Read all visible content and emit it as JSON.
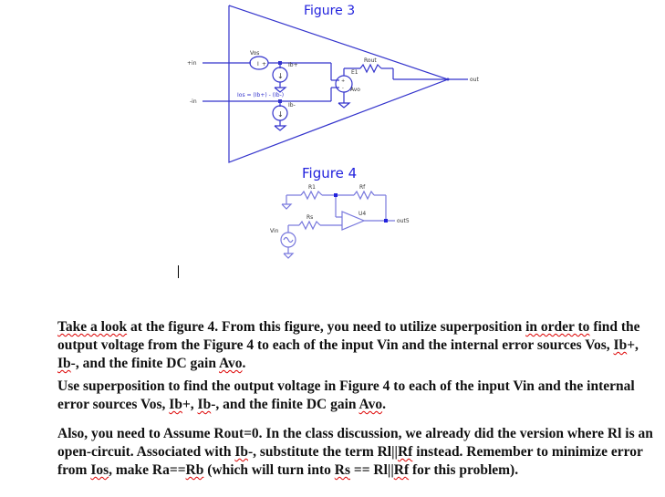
{
  "figure3": {
    "title": "Figure 3",
    "labels": {
      "plus_in": "+in",
      "minus_in": "-in",
      "vos": "Vos",
      "ib_plus": "Ib+",
      "ib_minus": "Ib-",
      "ios_eq": "Ios = (Ib+) - (Ib-)",
      "e1": "E1",
      "avo": "Avo",
      "rout": "Rout",
      "out": "out"
    },
    "line_color": "#3333cc"
  },
  "figure4": {
    "title": "Figure 4",
    "labels": {
      "r1": "R1",
      "rf": "Rf",
      "rs": "Rs",
      "u4": "U4",
      "vin": "Vin",
      "out5": "out5"
    },
    "line_color": "#7777dd"
  },
  "text": {
    "p1": {
      "s1": "Take a look",
      "s2": " at the figure 4. From this figure, you need to utilize superposition ",
      "s3": "in order to",
      "s4": " find the output voltage from the Figure 4 to each of the input Vin and the internal error sources Vos, ",
      "s5": "Ib",
      "s6": "+, ",
      "s7": "Ib",
      "s8": "-, and the finite DC gain ",
      "s9": "Avo",
      "s10": "."
    },
    "p2": {
      "s1": "Use superposition to find the output voltage in Figure 4 to each of the input Vin and the internal error sources Vos, ",
      "s2": "Ib",
      "s3": "+, ",
      "s4": "Ib",
      "s5": "-, and the finite DC gain ",
      "s6": "Avo",
      "s7": "."
    },
    "p3": {
      "s1": "Also, you need to Assume Rout=0.  In the class discussion, we already did the version where Rl is an open-circuit. Associated with ",
      "s2": "Ib",
      "s3": "-, substitute the term Rl||",
      "s4": "Rf",
      "s5": " instead. Remember to minimize error from ",
      "s6": "Ios",
      "s7": ", make Ra==",
      "s8": "Rb",
      "s9": " (which will turn into ",
      "s10": "Rs",
      "s11": " == Rl||",
      "s12": "Rf",
      "s13": " for this problem)."
    }
  }
}
